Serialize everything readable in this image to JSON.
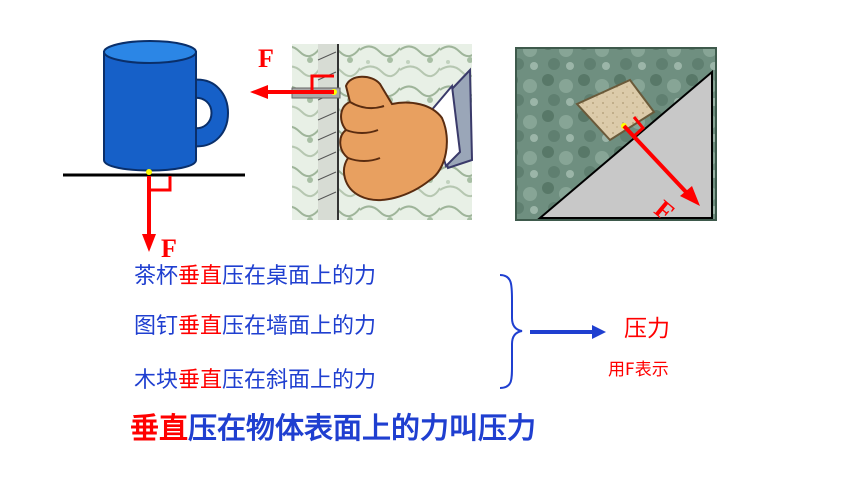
{
  "colors": {
    "blue_text": "#1f3fd0",
    "red": "#ff0000",
    "cup_blue": "#1660c8",
    "arrow_blue": "#1f3fd0"
  },
  "labels": {
    "force_cup": "F",
    "force_wall": "F",
    "force_slope": "F"
  },
  "statements": [
    {
      "prefix": "茶杯",
      "emph": "垂直",
      "rest": "压在桌面上的力"
    },
    {
      "prefix": "图钉",
      "emph": "垂直",
      "rest": "压在墙面上的力"
    },
    {
      "prefix": "木块",
      "emph": "垂直",
      "rest": "压在斜面上的力"
    }
  ],
  "result": {
    "term": "压力",
    "symbol_note": "用F表示"
  },
  "definition": {
    "emph": "垂直",
    "rest": "压在物体表面上的力叫压力"
  }
}
